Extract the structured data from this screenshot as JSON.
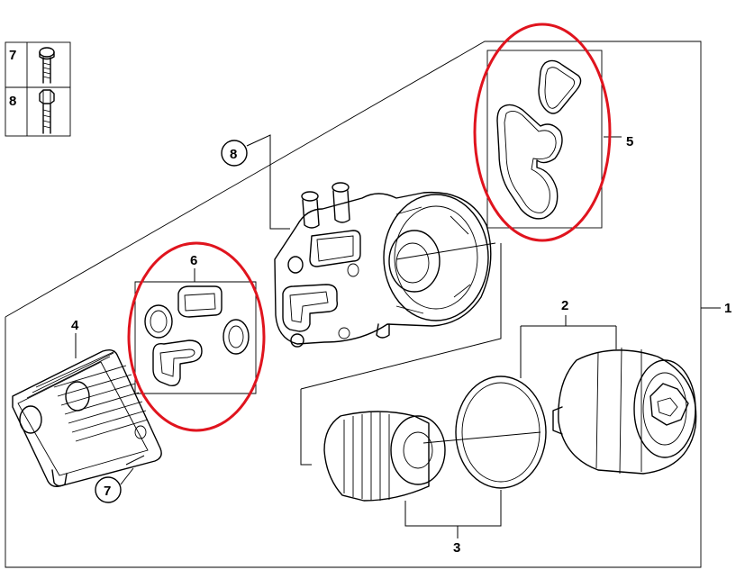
{
  "legend": {
    "items": [
      {
        "number": "7",
        "icon": "torx-screw-icon"
      },
      {
        "number": "8",
        "icon": "hex-bolt-icon"
      }
    ]
  },
  "callouts": {
    "c1": "1",
    "c2": "2",
    "c3": "3",
    "c4": "4",
    "c5": "5",
    "c6": "6",
    "c7": "7",
    "c8": "8"
  },
  "parts": [
    {
      "name": "oil-filter-housing",
      "icon": "oil-filter-housing-icon"
    },
    {
      "name": "oil-filter-cap",
      "icon": "oil-filter-cap-icon"
    },
    {
      "name": "oil-filter-element",
      "icon": "filter-element-icon"
    },
    {
      "name": "o-ring",
      "icon": "o-ring-icon"
    },
    {
      "name": "oil-cooler",
      "icon": "oil-cooler-icon"
    },
    {
      "name": "housing-gasket-set",
      "icon": "gasket-icon"
    },
    {
      "name": "cooler-seal-set",
      "icon": "seal-ring-icon"
    }
  ],
  "highlight_color": "#e0141e"
}
